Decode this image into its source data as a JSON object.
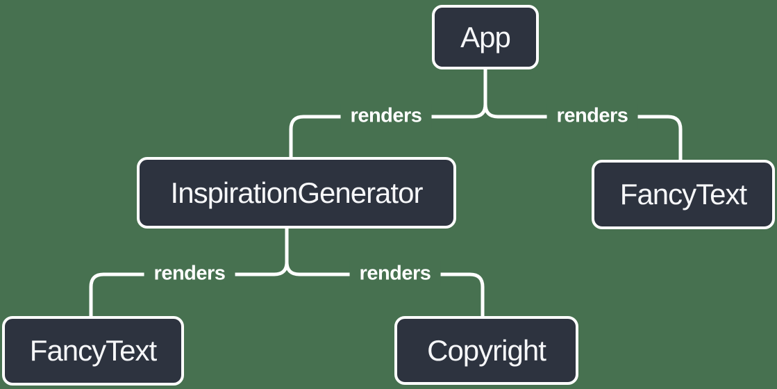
{
  "colors": {
    "background": "#477150",
    "node_fill": "#2D333F",
    "node_border": "#FFFFFF",
    "edge_line": "#FFFFFF",
    "node_text": "#F6F7F9",
    "edge_label_text": "#FFFFFF"
  },
  "diagram": {
    "type": "tree",
    "nodes": [
      {
        "id": "app",
        "label": "App"
      },
      {
        "id": "inspiration-generator",
        "label": "InspirationGenerator"
      },
      {
        "id": "fancy-text-top-right",
        "label": "FancyText"
      },
      {
        "id": "fancy-text-bottom-left",
        "label": "FancyText"
      },
      {
        "id": "copyright",
        "label": "Copyright"
      }
    ],
    "edges": [
      {
        "from": "App",
        "to": "InspirationGenerator",
        "label": "renders"
      },
      {
        "from": "App",
        "to": "FancyText",
        "label": "renders"
      },
      {
        "from": "InspirationGenerator",
        "to": "FancyText",
        "label": "renders"
      },
      {
        "from": "InspirationGenerator",
        "to": "Copyright",
        "label": "renders"
      }
    ]
  }
}
